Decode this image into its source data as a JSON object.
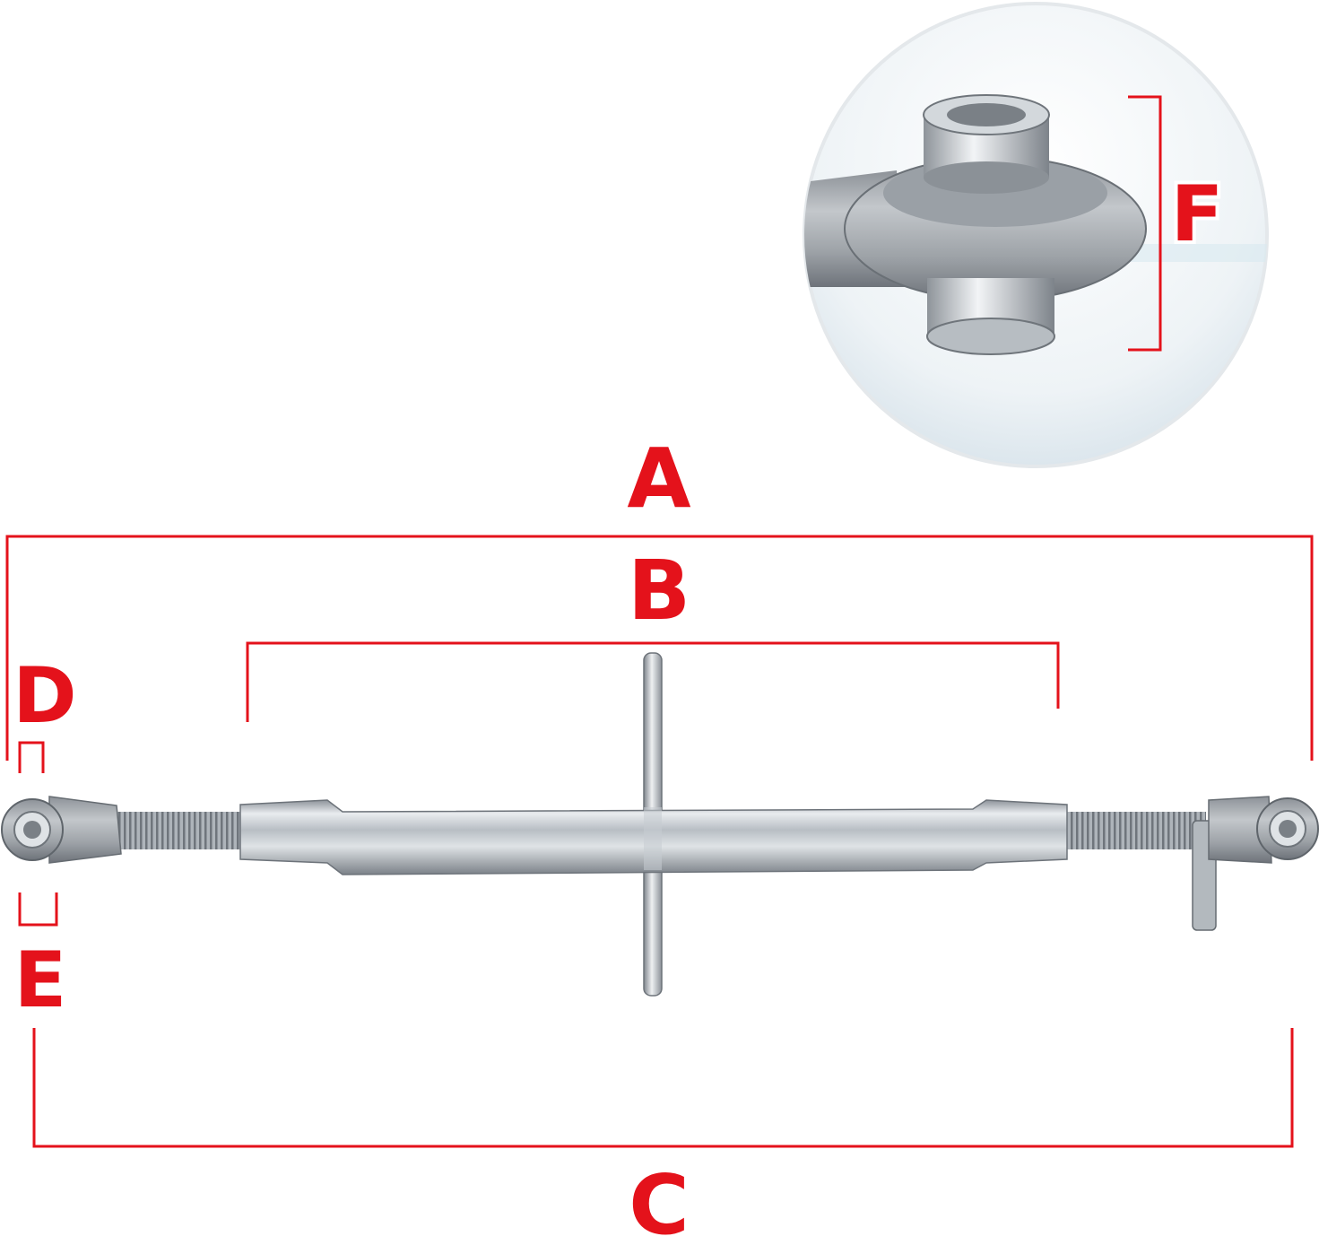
{
  "labels": {
    "a": "A",
    "b": "B",
    "c": "C",
    "d": "D",
    "e": "E",
    "f": "F"
  },
  "colors": {
    "dimension": "#e4121b",
    "background": "#ffffff",
    "steel": "#c9ced3"
  },
  "subject": {
    "part": "top-link-turnbuckle",
    "inset": "ball-joint-end-closeup"
  }
}
